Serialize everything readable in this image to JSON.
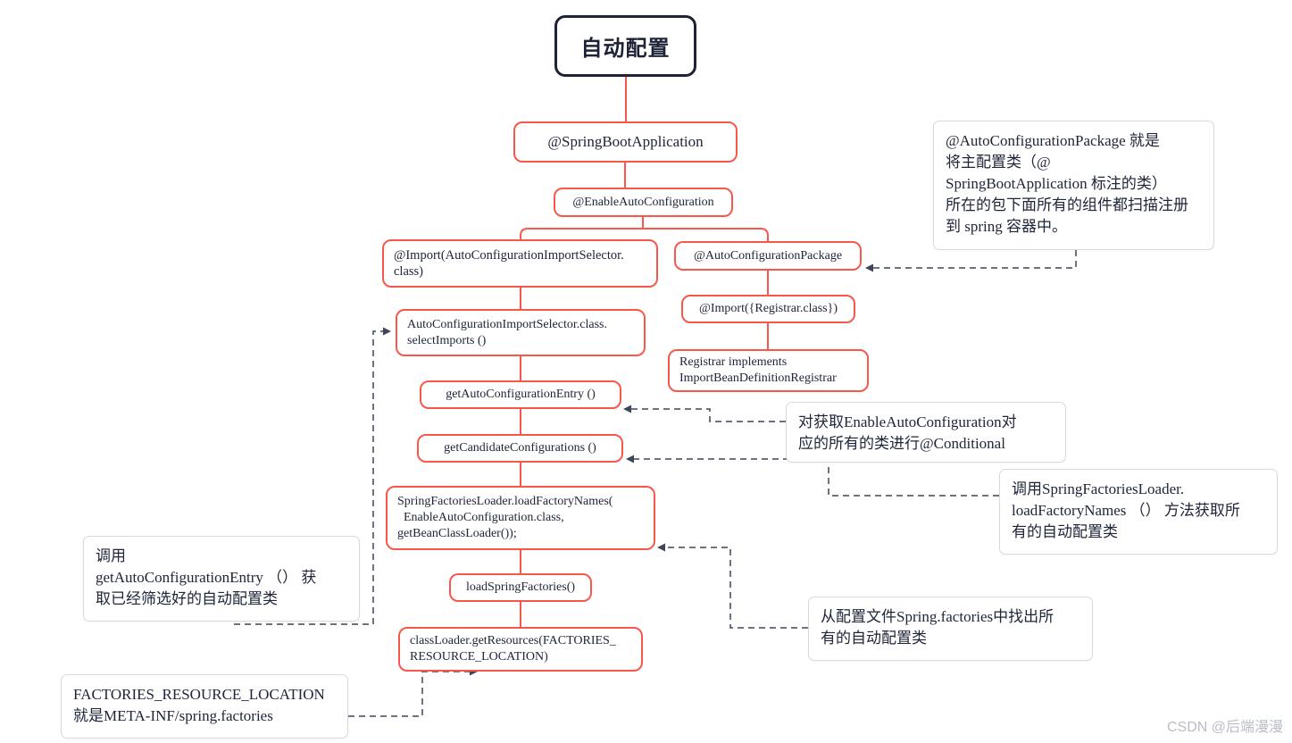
{
  "root": {
    "label": "自动配置"
  },
  "nodes": {
    "spring_boot_application": {
      "label": "@SpringBootApplication"
    },
    "enable_auto_configuration": {
      "label": "@EnableAutoConfiguration"
    },
    "import_selector": {
      "label": "@Import(AutoConfigurationImportSelector.\nclass)"
    },
    "auto_configuration_package": {
      "label": "@AutoConfigurationPackage"
    },
    "import_registrar": {
      "label": "@Import({Registrar.class})"
    },
    "registrar_implements": {
      "label": "Registrar implements\nImportBeanDefinitionRegistrar"
    },
    "select_imports": {
      "label": "AutoConfigurationImportSelector.class.\nselectImports ()"
    },
    "get_auto_configuration_entry": {
      "label": "getAutoConfigurationEntry ()"
    },
    "get_candidate_configurations": {
      "label": "getCandidateConfigurations ()"
    },
    "load_factory_names": {
      "label": "SpringFactoriesLoader.loadFactoryNames(\n  EnableAutoConfiguration.class,\ngetBeanClassLoader());"
    },
    "load_spring_factories": {
      "label": "loadSpringFactories()"
    },
    "class_loader_get_resources": {
      "label": "classLoader.getResources(FACTORIES_\nRESOURCE_LOCATION)"
    }
  },
  "annotations": {
    "auto_configuration_package_note": {
      "label": "@AutoConfigurationPackage 就是\n将主配置类（@\nSpringBootApplication 标注的类）\n所在的包下面所有的组件都扫描注册\n到 spring 容器中。"
    },
    "conditional_note": {
      "label": "对获取EnableAutoConfiguration对\n应的所有的类进行@Conditional"
    },
    "load_factory_names_note": {
      "label": "调用SpringFactoriesLoader.\nloadFactoryNames （） 方法获取所\n有的自动配置类"
    },
    "get_entry_note": {
      "label": "调用\ngetAutoConfigurationEntry （） 获\n取已经筛选好的自动配置类"
    },
    "spring_factories_note": {
      "label": "从配置文件Spring.factories中找出所\n有的自动配置类"
    },
    "factories_location_note": {
      "label": "FACTORIES_RESOURCE_LOCATION\n就是META-INF/spring.factories"
    }
  },
  "watermark": "CSDN @后端漫漫",
  "colors": {
    "node_red": "#f8584c",
    "root_navy": "#1d2236",
    "text_navy": "#20263a",
    "dash_gray": "#3d4557",
    "ann_border": "#d9d9d9",
    "watermark_gray": "#b9bdc7"
  }
}
